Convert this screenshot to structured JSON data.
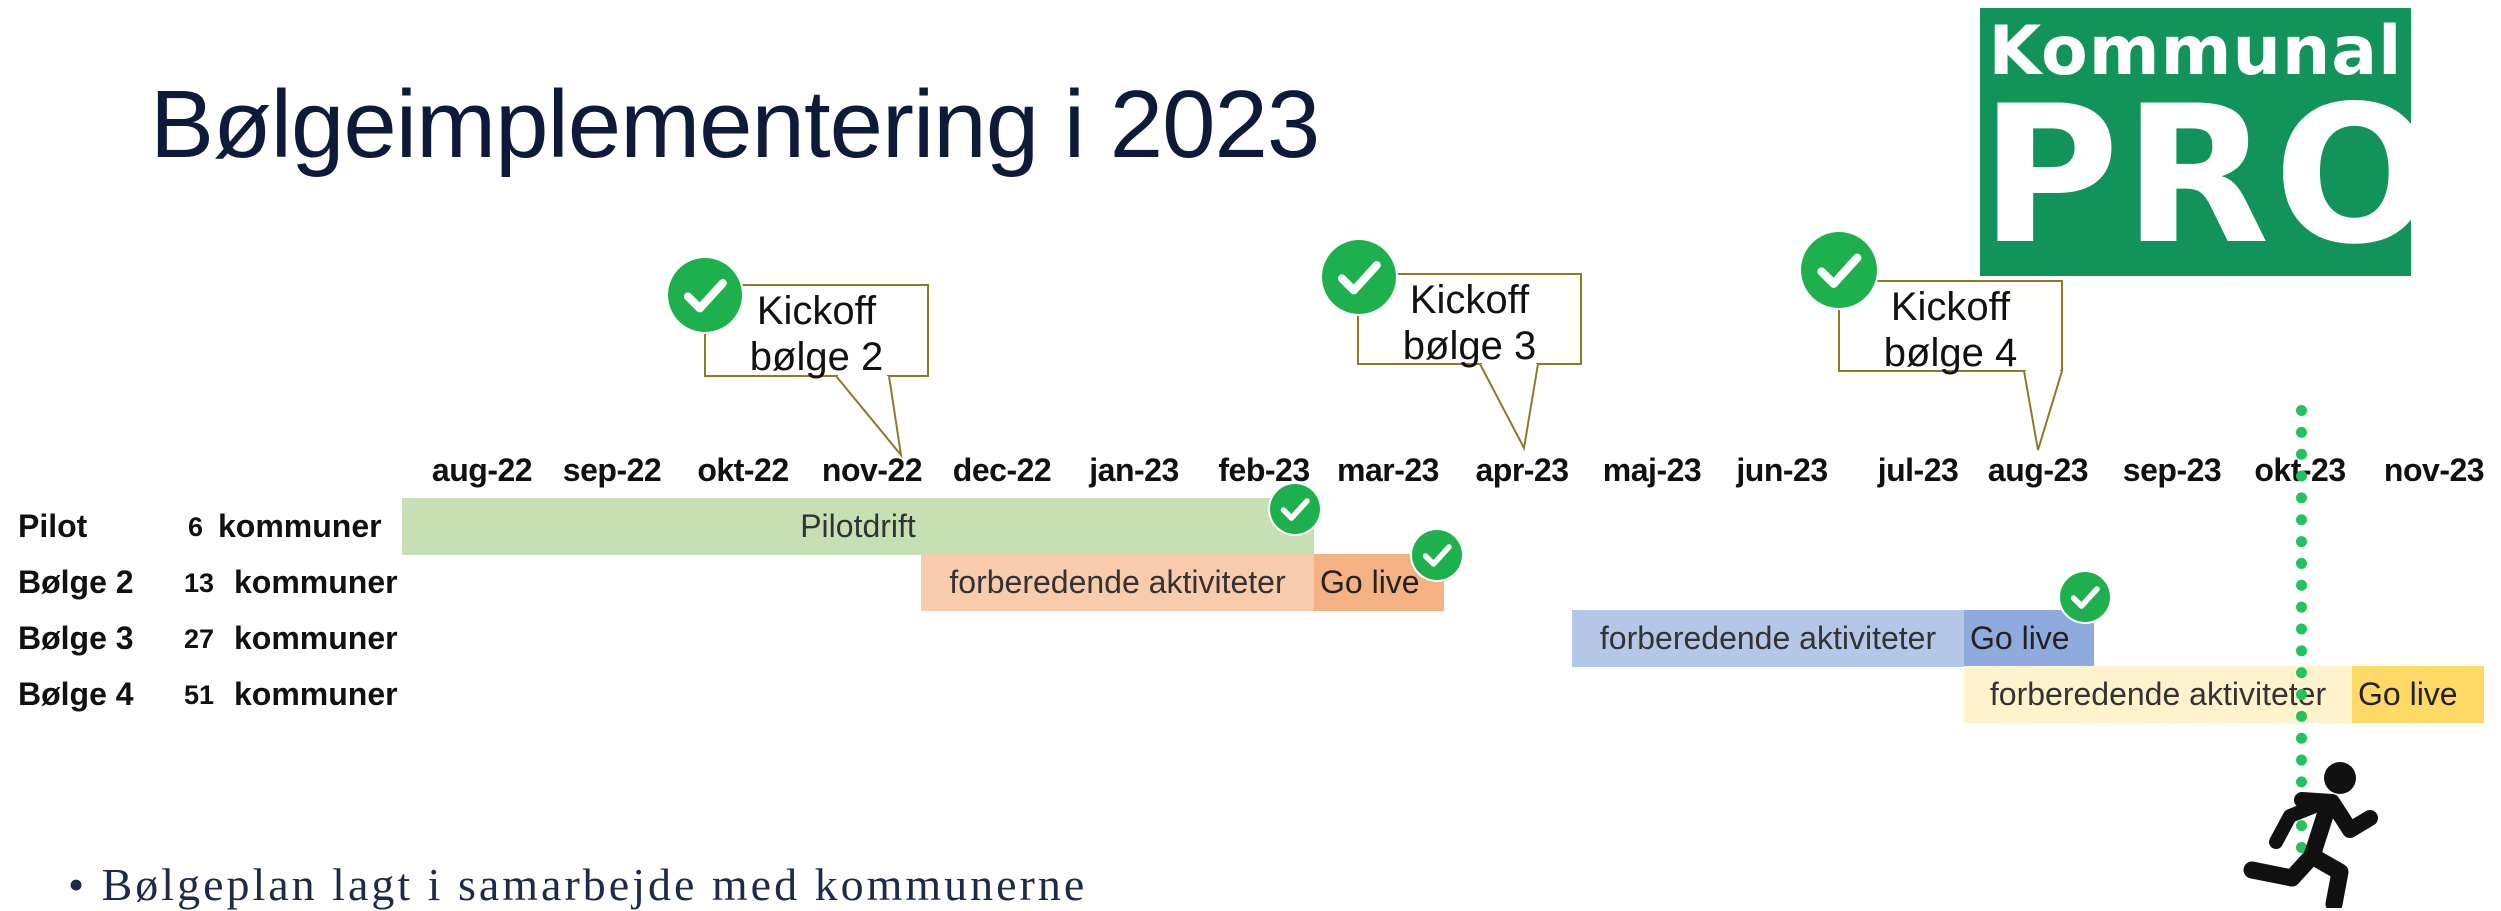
{
  "title": "Bølgeimplementering i 2023",
  "logo": {
    "top": "Kommunal",
    "bottom": "PRO",
    "color": "#12935a"
  },
  "callouts": [
    {
      "line1": "Kickoff",
      "line2": "bølge 2"
    },
    {
      "line1": "Kickoff",
      "line2": "bølge 3"
    },
    {
      "line1": "Kickoff",
      "line2": "bølge 4"
    }
  ],
  "months": [
    "aug-22",
    "sep-22",
    "okt-22",
    "nov-22",
    "dec-22",
    "jan-23",
    "feb-23",
    "mar-23",
    "apr-23",
    "maj-23",
    "jun-23",
    "jul-23",
    "aug-23",
    "sep-23",
    "okt-23",
    "nov-23"
  ],
  "rows": [
    {
      "label": "Pilot",
      "count": "6",
      "unit": "kommuner"
    },
    {
      "label": "Bølge 2",
      "count": "13",
      "unit": "kommuner"
    },
    {
      "label": "Bølge 3",
      "count": "27",
      "unit": "kommuner"
    },
    {
      "label": "Bølge 4",
      "count": "51",
      "unit": "kommuner"
    }
  ],
  "bars": {
    "pilot": "Pilotdrift",
    "b2_prep": "forberedende aktiviteter",
    "b2_live": "Go live",
    "b3_prep": "forberedende aktiviteter",
    "b3_live": "Go live",
    "b4_prep": "forberedende aktiviteter",
    "b4_live": "Go live"
  },
  "colors": {
    "pilot": "#c6e0b4",
    "b2_prep": "#f8cbad",
    "b2_live": "#f4b183",
    "b3_prep": "#b4c7e7",
    "b3_live": "#8faadc",
    "b4_prep": "#fff2cc",
    "b4_live": "#ffd966",
    "check": "#1fb04e",
    "today_line": "#22c35e"
  },
  "bullets": [
    "• Bølgeplan lagt i samarbejde med kommunerne"
  ],
  "icons": {
    "check": "check-circle-icon",
    "runner": "running-person-icon"
  }
}
